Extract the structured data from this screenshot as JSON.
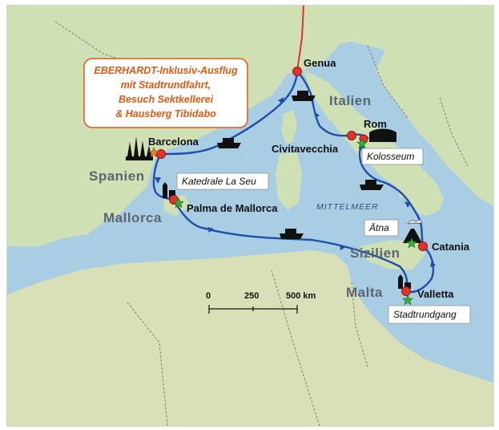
{
  "callout": {
    "lines": [
      "EBERHARDT-Inklusiv-Ausflug",
      "mit Stadtrundfahrt,",
      "Besuch Sektkellerei",
      "& Hausberg Tibidabo"
    ]
  },
  "cities": {
    "genua": "Genua",
    "barcelona": "Barcelona",
    "rom": "Rom",
    "civitavecchia": "Civitavecchia",
    "palma": "Palma de Mallorca",
    "catania": "Catania",
    "valletta": "Valletta"
  },
  "regions": {
    "italien": "Italien",
    "spanien": "Spanien",
    "mallorca": "Mallorca",
    "sizilien": "Sizilien",
    "malta": "Malta"
  },
  "sea_label": "MITTELMEER",
  "poi_boxes": {
    "kolosseum": "Kolosseum",
    "katedrale": "Katedrale La Seu",
    "aetna": "Ätna",
    "stadtrundgang": "Stadtrundgang"
  },
  "scale_bar": {
    "labels": [
      "0",
      "250",
      "500 km"
    ]
  },
  "colors": {
    "sea": "#a9cde3",
    "land": "#cfe0b4",
    "route": "#1f4fa8",
    "flight": "#e0342c",
    "stop": "#e0342c",
    "star_green": "#2fb52f",
    "star_orange": "#e8862c",
    "callout": "#e05a14"
  }
}
